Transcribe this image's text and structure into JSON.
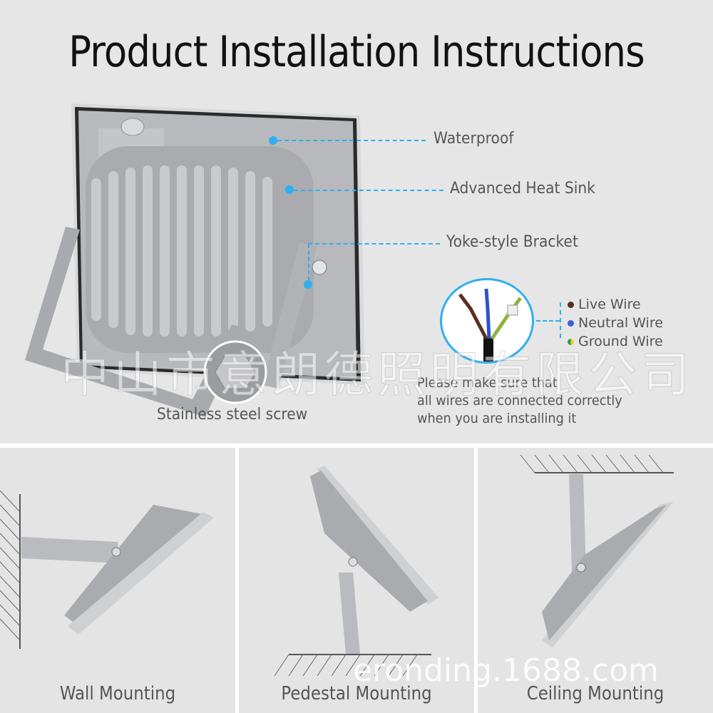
{
  "title": "Product Installation Instructions",
  "callouts": {
    "waterproof": "Waterproof",
    "heat_sink": "Advanced Heat Sink",
    "bracket": "Yoke-style Bracket",
    "screw": "Stainless steel screw"
  },
  "wiring": {
    "legend": [
      {
        "label": "Live Wire",
        "color": "#5a2e22"
      },
      {
        "label": "Neutral Wire",
        "color": "#3b5fe0"
      },
      {
        "label": "Ground Wire",
        "color": "#1f9d6a",
        "color2": "#f2d21b"
      }
    ],
    "note_lines": [
      "Please make sure that",
      "all wires are connected correctly",
      "when you are installing it"
    ]
  },
  "mounting": [
    {
      "label": "Wall Mounting"
    },
    {
      "label": "Pedestal Mounting"
    },
    {
      "label": "Ceiling Mounting"
    }
  ],
  "watermarks": {
    "company_cn": "中山市意朗德照明有限公司",
    "site": "eronding.1688.com"
  },
  "colors": {
    "accent": "#2eb0f0",
    "background": "#e6e6e6",
    "text": "#555555",
    "housing": "#b9bbbe"
  }
}
